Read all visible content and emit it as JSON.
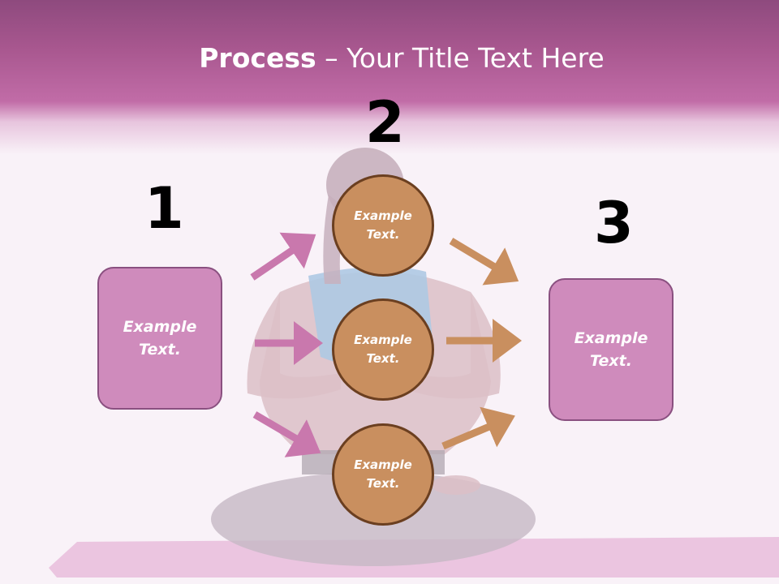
{
  "title": {
    "bold": "Process",
    "rest": " – Your Title Text Here"
  },
  "steps": [
    {
      "number": "1",
      "text": [
        "Example",
        "Text."
      ]
    },
    {
      "number": "2",
      "circles": [
        {
          "text": [
            "Example",
            "Text."
          ]
        },
        {
          "text": [
            "Example",
            "Text."
          ]
        },
        {
          "text": [
            "Example",
            "Text."
          ]
        }
      ]
    },
    {
      "number": "3",
      "text": [
        "Example",
        "Text."
      ]
    }
  ],
  "colors": {
    "pink_box": "#cf8bbc",
    "pink_arrow": "#c978ad",
    "tan_circle": "#c98f5f",
    "tan_arrow": "#c98f5f",
    "header": "#b25f98"
  }
}
